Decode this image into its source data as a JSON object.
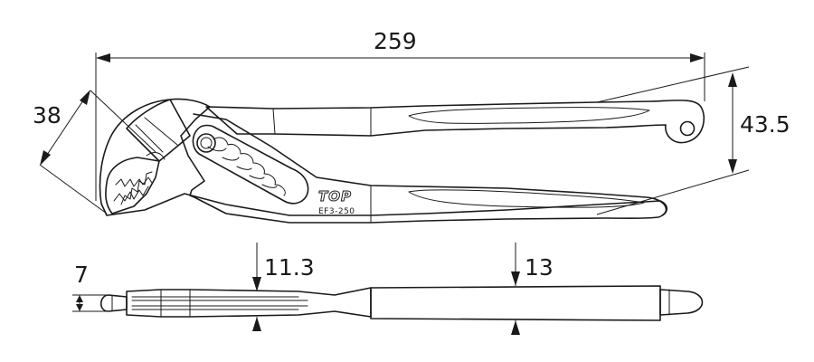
{
  "dimensions": {
    "overall_length": "259",
    "jaw_opening": "38",
    "handle_width": "43.5",
    "jaw_thickness": "7",
    "joint_thickness": "11.3",
    "handle_thickness": "13"
  },
  "marking": {
    "brand": "TOP",
    "model": "EF3-250"
  }
}
